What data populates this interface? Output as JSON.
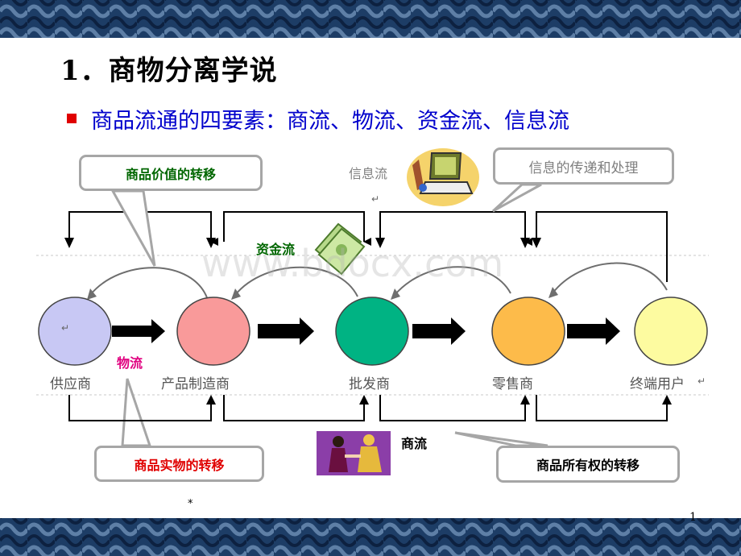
{
  "title": "1．商物分离学说",
  "bullet": "商品流通的四要素：商流、物流、资金流、信息流",
  "callouts": {
    "value_transfer": "商品价值的转移",
    "info_transfer": "信息的传递和处理",
    "physical_transfer": "商品实物的转移",
    "ownership_transfer": "商品所有权的转移"
  },
  "flows": {
    "information": "信息流",
    "capital": "资金流",
    "logistics": "物流",
    "commerce": "商流"
  },
  "nodes": [
    {
      "label": "供应商",
      "color": "#c8c8f4"
    },
    {
      "label": "产品制造商",
      "color": "#f99a9a"
    },
    {
      "label": "批发商",
      "color": "#00b383"
    },
    {
      "label": "零售商",
      "color": "#fdbb4a"
    },
    {
      "label": "终端用户",
      "color": "#fdfba0"
    }
  ],
  "watermark": "www.bdocx.com",
  "footnote": "*",
  "page_number": "1",
  "return_marks": [
    "↵",
    "↵",
    "↵"
  ],
  "colors": {
    "banner": "#1a3a63",
    "bullet": "#e00000",
    "bullet_text": "#0000cc",
    "callout_border": "#a6a6a6",
    "arrow": "#000000"
  }
}
